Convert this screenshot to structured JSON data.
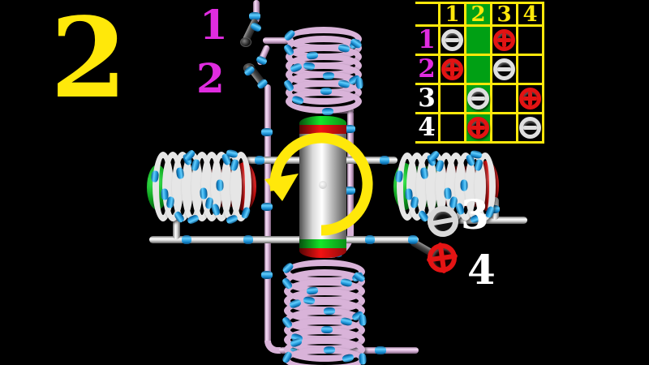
{
  "step_indicator": {
    "value": "2"
  },
  "switches": [
    {
      "label": "1"
    },
    {
      "label": "2"
    }
  ],
  "terminals": [
    {
      "label": "3",
      "polarity": "minus"
    },
    {
      "label": "4",
      "polarity": "plus"
    }
  ],
  "rotation": {
    "direction": "counterclockwise"
  },
  "table": {
    "column_headers": [
      "1",
      "2",
      "3",
      "4"
    ],
    "active_column": 2,
    "rows": [
      {
        "label": "1",
        "label_color": "#E02CE0",
        "cells": [
          "minus",
          "",
          "plus",
          ""
        ]
      },
      {
        "label": "2",
        "label_color": "#E02CE0",
        "cells": [
          "plus",
          "",
          "minus",
          ""
        ]
      },
      {
        "label": "3",
        "label_color": "#FFFFFF",
        "cells": [
          "",
          "minus",
          "",
          "plus"
        ]
      },
      {
        "label": "4",
        "label_color": "#FFFFFF",
        "cells": [
          "",
          "plus",
          "",
          "minus"
        ]
      }
    ]
  },
  "colors": {
    "background": "#000000",
    "accent_yellow": "#FFE80A",
    "accent_magenta": "#E02CE0",
    "active_green": "#00A014",
    "plus_red": "#E21313",
    "minus_silver": "#DFDFDF",
    "wire_pink": "#DCB6DC",
    "connector_blue": "#2AA7E8"
  }
}
